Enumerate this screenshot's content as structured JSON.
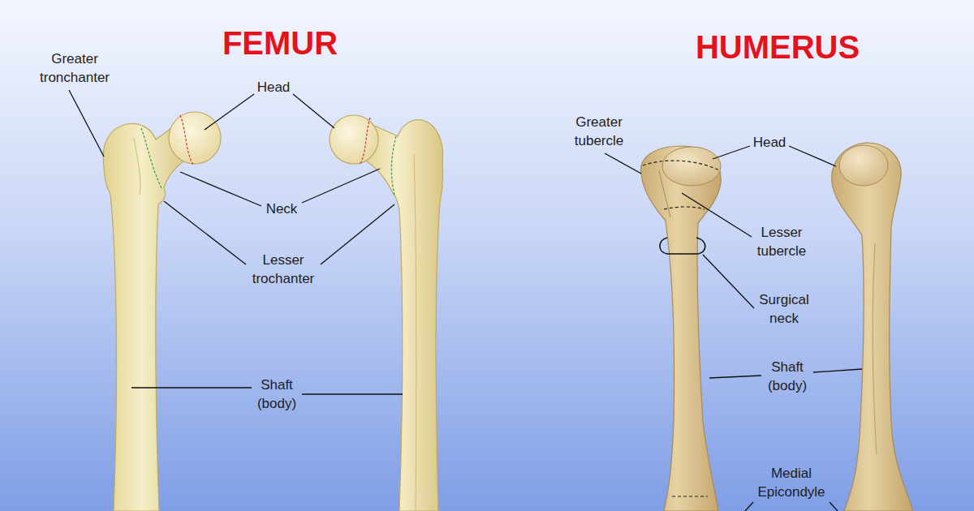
{
  "diagram": {
    "labels": [
      "FEMUR",
      "HUMERUS",
      "Greater tronchanter",
      "Head",
      "Neck",
      "Lesser trochanter",
      "Shaft (body)",
      "Greater tubercle",
      "Head",
      "Lesser tubercle",
      "Surgical neck",
      "Shaft (body)",
      "Medial Epicondyle"
    ]
  }
}
